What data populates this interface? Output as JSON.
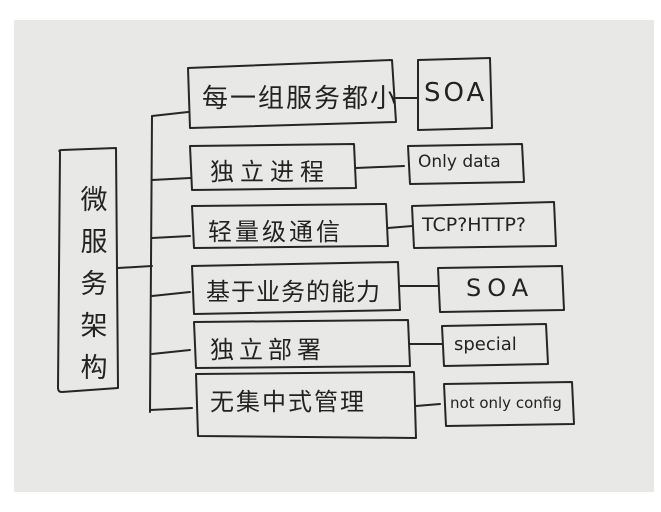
{
  "root": {
    "chars": [
      "微",
      "服",
      "务",
      "架",
      "构"
    ]
  },
  "branches": [
    {
      "label": "每一组服务都小",
      "note": "SOA"
    },
    {
      "label": "独立进程",
      "note": "Only data"
    },
    {
      "label": "轻量级通信",
      "note": "TCP?HTTP?"
    },
    {
      "label": "基于业务的能力",
      "note": "SOA"
    },
    {
      "label": "独立部署",
      "note": "special"
    },
    {
      "label": "无集中式管理",
      "note": "not only config"
    }
  ],
  "colors": {
    "paper": "#e8e8e6",
    "ink": "#262626"
  }
}
